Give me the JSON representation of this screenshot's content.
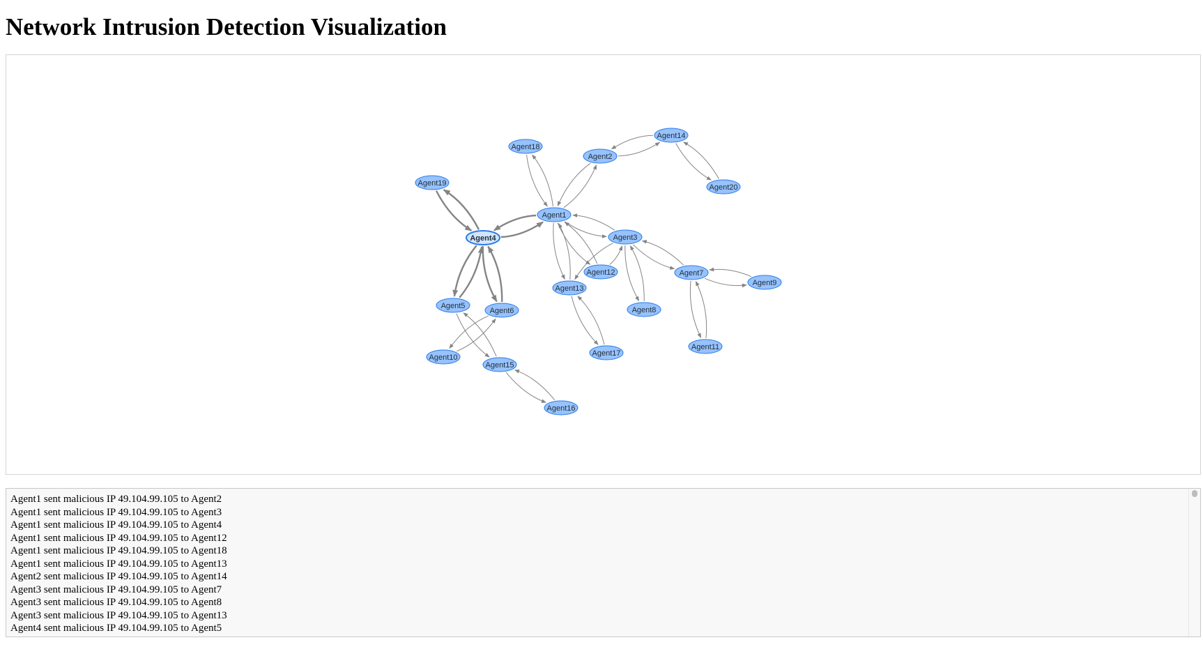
{
  "page": {
    "title": "Network Intrusion Detection Visualization"
  },
  "graph": {
    "selected_node": "Agent4",
    "colors": {
      "node_fill": "#97c2fc",
      "node_border": "#2b7ce9",
      "edge": "#848484",
      "selected_fill": "#d2e5ff"
    },
    "nodes": [
      "Agent1",
      "Agent2",
      "Agent3",
      "Agent4",
      "Agent5",
      "Agent6",
      "Agent7",
      "Agent8",
      "Agent9",
      "Agent10",
      "Agent11",
      "Agent12",
      "Agent13",
      "Agent14",
      "Agent15",
      "Agent16",
      "Agent17",
      "Agent18",
      "Agent19",
      "Agent20"
    ],
    "edges": [
      [
        "Agent1",
        "Agent2"
      ],
      [
        "Agent2",
        "Agent1"
      ],
      [
        "Agent1",
        "Agent3"
      ],
      [
        "Agent3",
        "Agent1"
      ],
      [
        "Agent1",
        "Agent4"
      ],
      [
        "Agent4",
        "Agent1"
      ],
      [
        "Agent1",
        "Agent12"
      ],
      [
        "Agent12",
        "Agent1"
      ],
      [
        "Agent1",
        "Agent18"
      ],
      [
        "Agent18",
        "Agent1"
      ],
      [
        "Agent1",
        "Agent13"
      ],
      [
        "Agent13",
        "Agent1"
      ],
      [
        "Agent2",
        "Agent14"
      ],
      [
        "Agent14",
        "Agent2"
      ],
      [
        "Agent14",
        "Agent20"
      ],
      [
        "Agent20",
        "Agent14"
      ],
      [
        "Agent3",
        "Agent7"
      ],
      [
        "Agent7",
        "Agent3"
      ],
      [
        "Agent3",
        "Agent8"
      ],
      [
        "Agent8",
        "Agent3"
      ],
      [
        "Agent3",
        "Agent13"
      ],
      [
        "Agent12",
        "Agent3"
      ],
      [
        "Agent7",
        "Agent9"
      ],
      [
        "Agent9",
        "Agent7"
      ],
      [
        "Agent7",
        "Agent11"
      ],
      [
        "Agent11",
        "Agent7"
      ],
      [
        "Agent4",
        "Agent5"
      ],
      [
        "Agent5",
        "Agent4"
      ],
      [
        "Agent4",
        "Agent6"
      ],
      [
        "Agent6",
        "Agent4"
      ],
      [
        "Agent4",
        "Agent19"
      ],
      [
        "Agent19",
        "Agent4"
      ],
      [
        "Agent6",
        "Agent10"
      ],
      [
        "Agent10",
        "Agent6"
      ],
      [
        "Agent5",
        "Agent15"
      ],
      [
        "Agent15",
        "Agent5"
      ],
      [
        "Agent15",
        "Agent16"
      ],
      [
        "Agent16",
        "Agent15"
      ],
      [
        "Agent13",
        "Agent17"
      ],
      [
        "Agent17",
        "Agent13"
      ]
    ]
  },
  "log": {
    "lines": [
      "Agent1 sent malicious IP 49.104.99.105 to Agent2",
      "Agent1 sent malicious IP 49.104.99.105 to Agent3",
      "Agent1 sent malicious IP 49.104.99.105 to Agent4",
      "Agent1 sent malicious IP 49.104.99.105 to Agent12",
      "Agent1 sent malicious IP 49.104.99.105 to Agent18",
      "Agent1 sent malicious IP 49.104.99.105 to Agent13",
      "Agent2 sent malicious IP 49.104.99.105 to Agent14",
      "Agent3 sent malicious IP 49.104.99.105 to Agent7",
      "Agent3 sent malicious IP 49.104.99.105 to Agent8",
      "Agent3 sent malicious IP 49.104.99.105 to Agent13",
      "Agent4 sent malicious IP 49.104.99.105 to Agent5"
    ]
  }
}
